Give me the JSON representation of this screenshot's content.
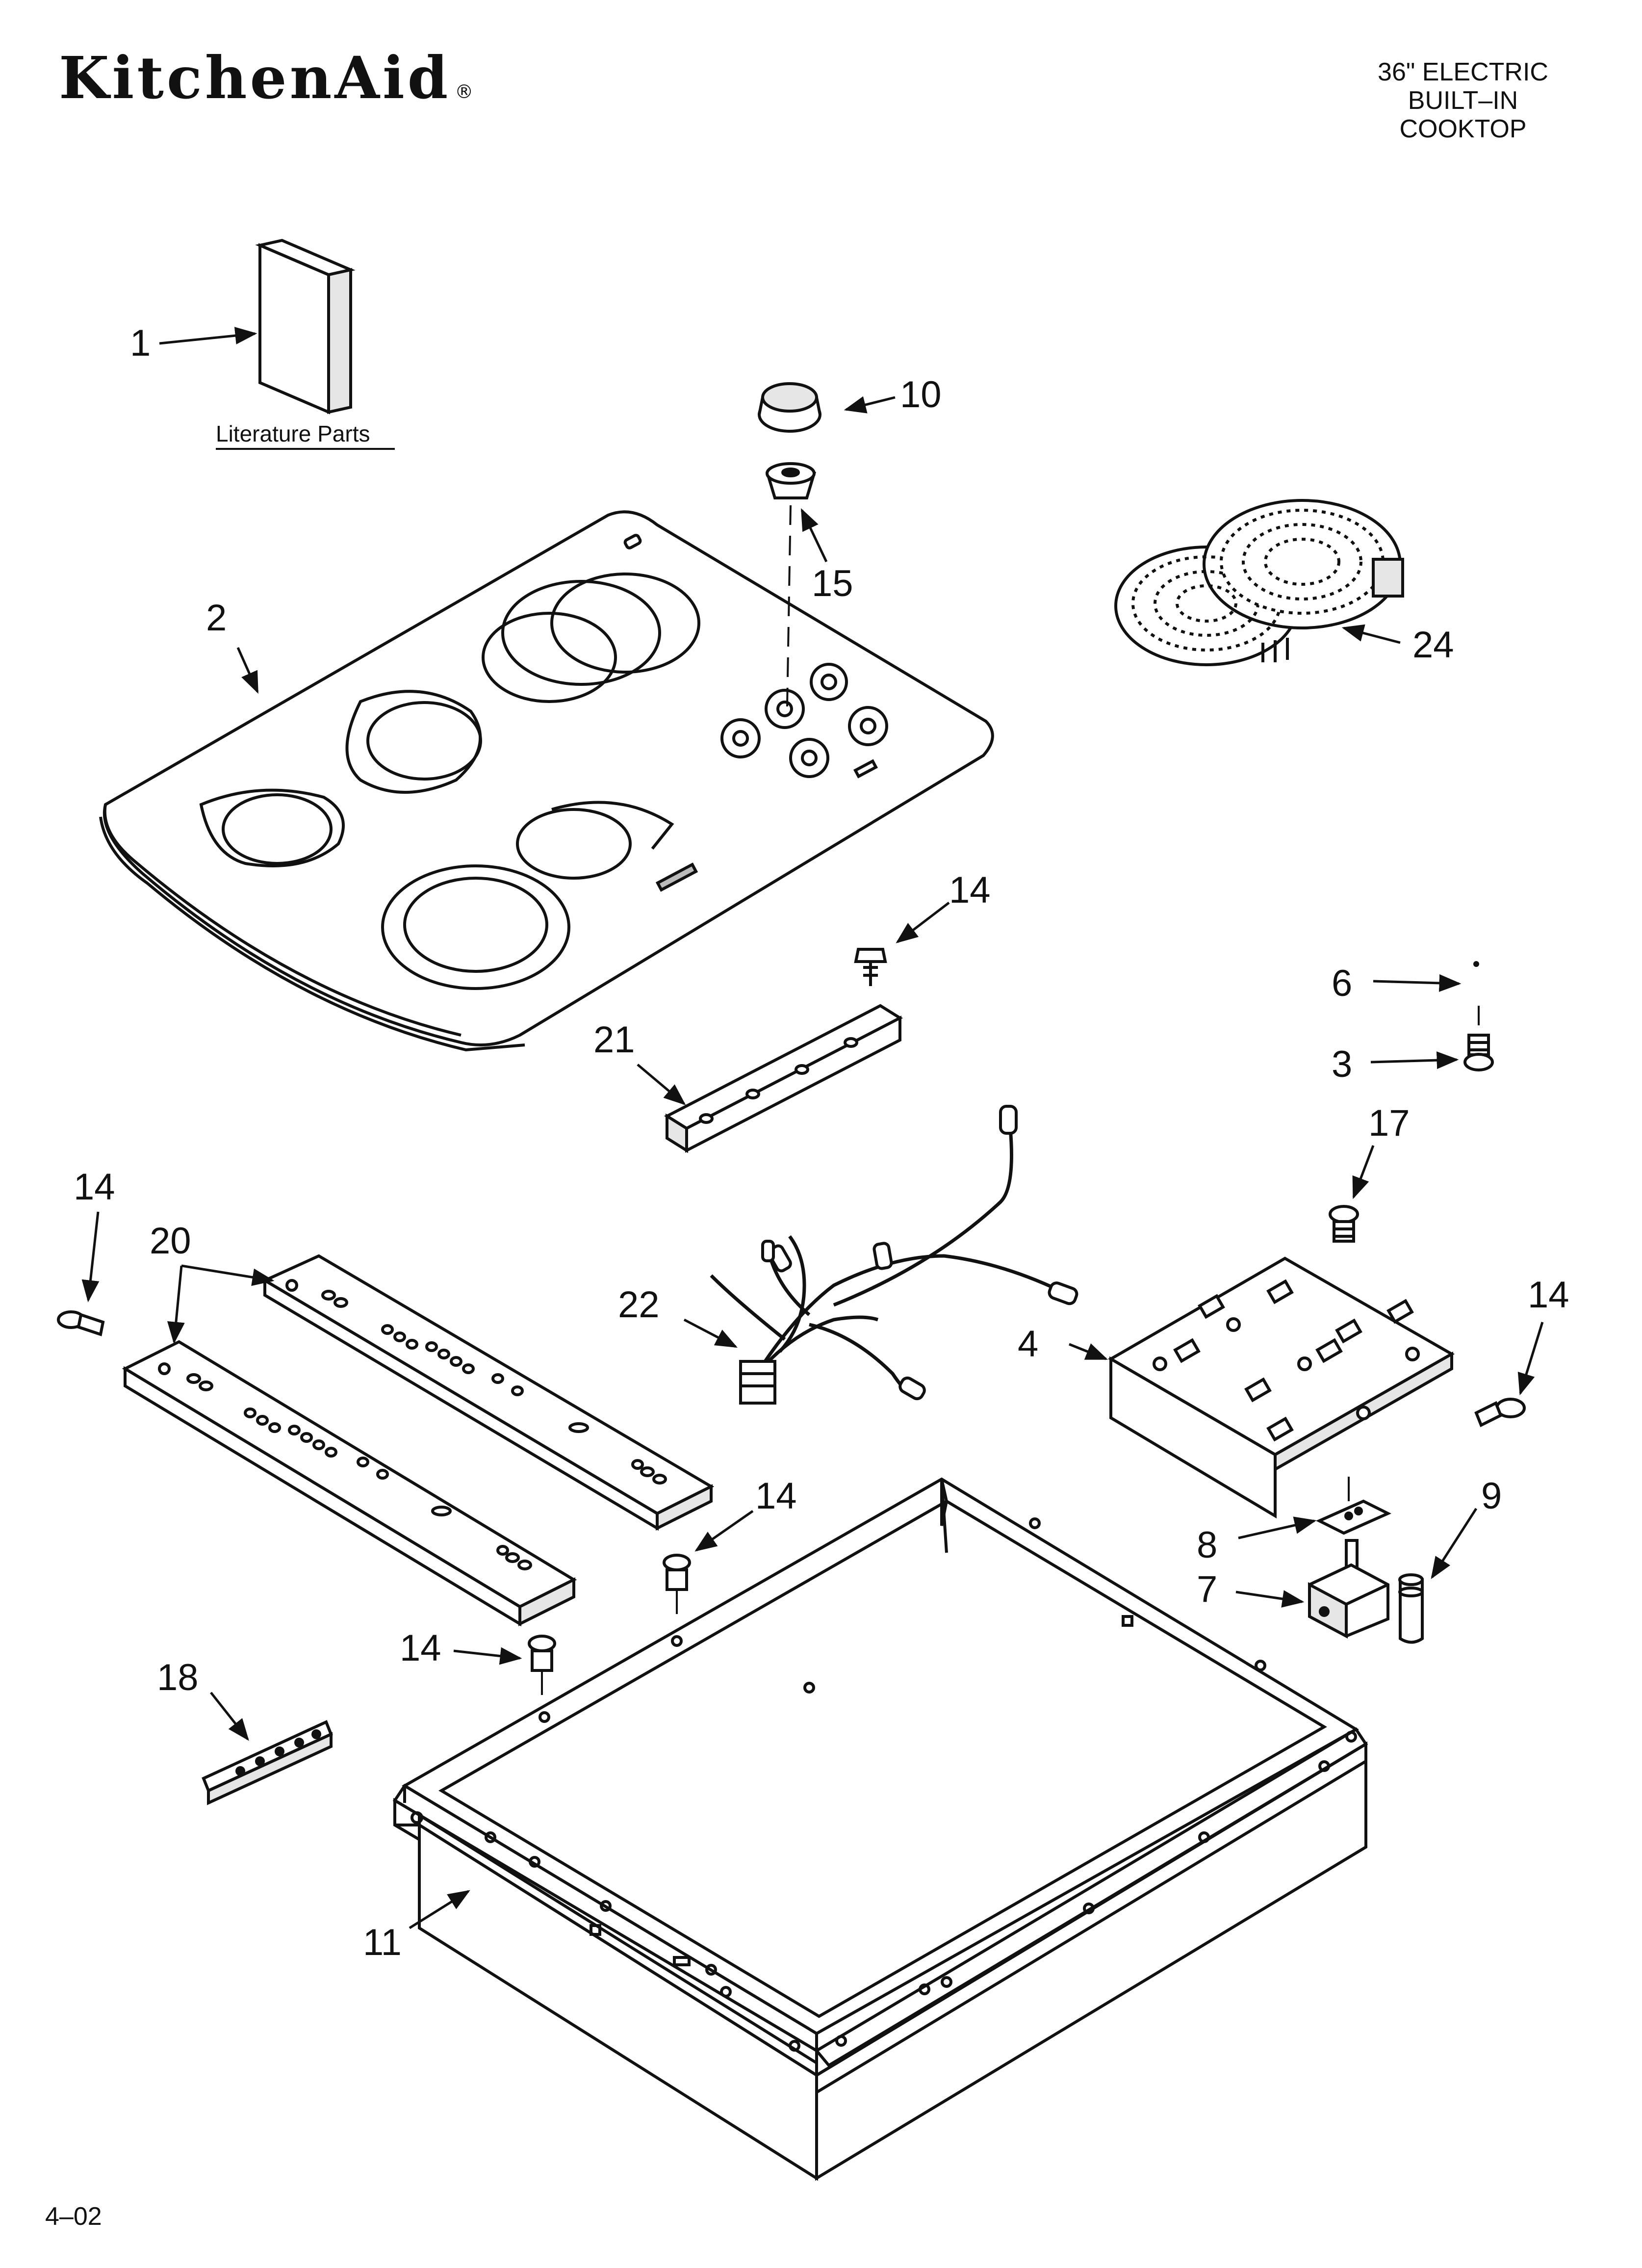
{
  "header": {
    "brand": "KitchenAid",
    "brand_mark": "®",
    "product_lines": [
      "36\" ELECTRIC",
      "BUILT–IN",
      "COOKTOP"
    ]
  },
  "literature_caption": "Literature Parts",
  "callouts": {
    "c1": "1",
    "c2": "2",
    "c10": "10",
    "c15": "15",
    "c24": "24",
    "c14a": "14",
    "c6": "6",
    "c3": "3",
    "c21": "21",
    "c17": "17",
    "c14b": "14",
    "c20": "20",
    "c14c": "14",
    "c22": "22",
    "c4": "4",
    "c14d": "14",
    "c9": "9",
    "c8": "8",
    "c7": "7",
    "c14e": "14",
    "c18": "18",
    "c11": "11"
  },
  "footer": "4–02",
  "colors": {
    "ink": "#111111",
    "paper": "#ffffff",
    "shade": "#d9d9d9"
  }
}
